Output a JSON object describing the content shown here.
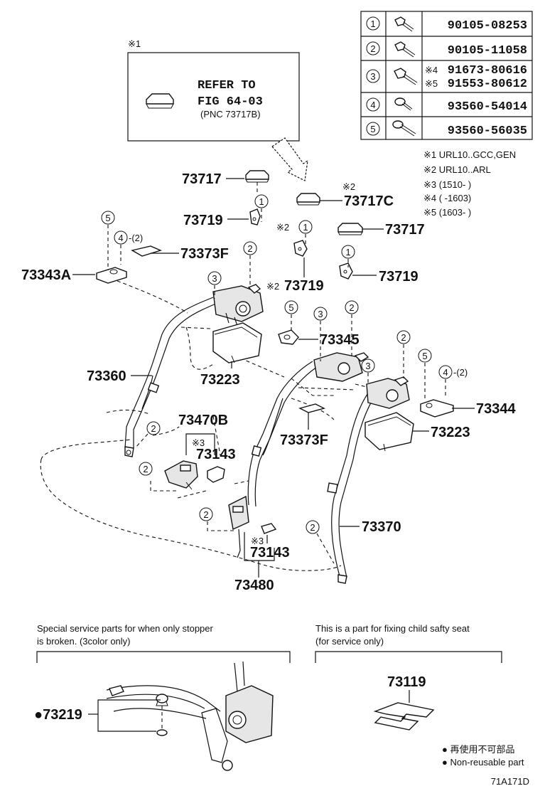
{
  "fastener_table": [
    {
      "num": "1",
      "codes": [
        "90105-08253"
      ],
      "marks": [
        ""
      ]
    },
    {
      "num": "2",
      "codes": [
        "90105-11058"
      ],
      "marks": [
        ""
      ]
    },
    {
      "num": "3",
      "codes": [
        "91673-80616",
        "91553-80612"
      ],
      "marks": [
        "※4",
        "※5"
      ]
    },
    {
      "num": "4",
      "codes": [
        "93560-54014"
      ],
      "marks": [
        ""
      ]
    },
    {
      "num": "5",
      "codes": [
        "93560-56035"
      ],
      "marks": [
        ""
      ]
    }
  ],
  "notes": [
    "※1 URL10..GCC,GEN",
    "※2 URL10..ARL",
    "※3 (1510-      )",
    "※4 (      -1603)",
    "※5 (1603-      )"
  ],
  "refer_box": {
    "mark": "※1",
    "lines": [
      "REFER TO",
      "FIG 64-03",
      "(PNC 73717B)"
    ]
  },
  "part_labels": {
    "p73717a": "73717",
    "p73717c": "73717C",
    "p73717b": "73717",
    "p73719a": "73719",
    "p73719b": "73719",
    "p73719c": "73719",
    "p73373fa": "73373F",
    "p73373fb": "73373F",
    "p73343a": "73343A",
    "p73345": "73345",
    "p73344": "73344",
    "p73360": "73360",
    "p73223a": "73223",
    "p73223b": "73223",
    "p73470b": "73470B",
    "p73143a": "73143",
    "p73143b": "73143",
    "p73370": "73370",
    "p73480": "73480",
    "p73219": "●73219",
    "p73119": "73119"
  },
  "marks": {
    "m2": "※2",
    "m3": "※3",
    "qty2": "-(2)"
  },
  "callouts": {
    "c1": "1",
    "c2": "2",
    "c3": "3",
    "c4": "4",
    "c5": "5"
  },
  "bottom_left_caption": [
    "Special service parts for when only stopper",
    "is broken. (3color only)"
  ],
  "bottom_right_caption": [
    "This is a part for fixing child safty seat",
    "(for service only)"
  ],
  "legend": [
    "● 再使用不可部品",
    "● Non-reusable part"
  ],
  "diagram_code": "71A171D"
}
